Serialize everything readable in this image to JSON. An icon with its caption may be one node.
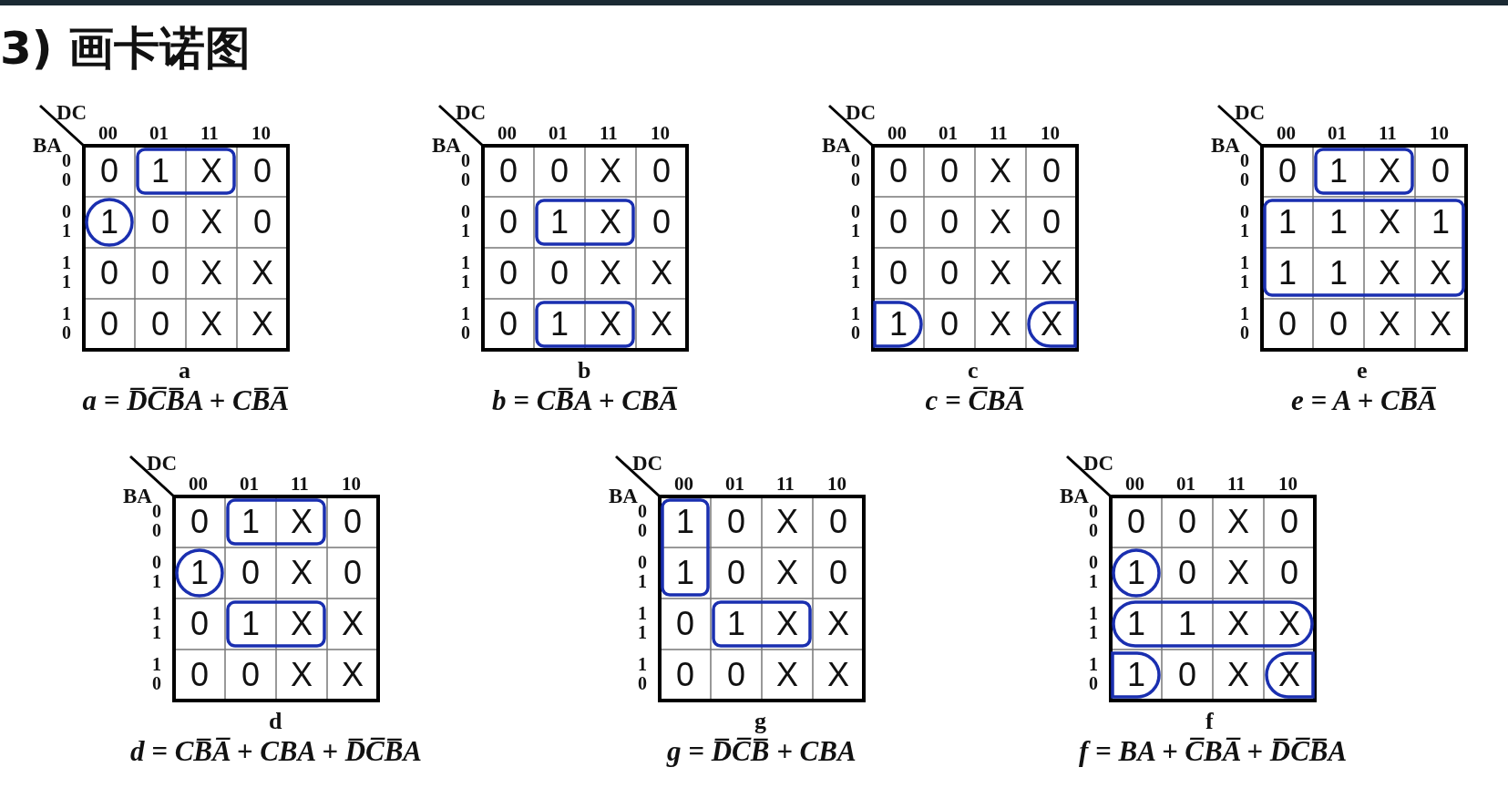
{
  "diagram": {
    "title": "3) 画卡诺图",
    "labels": [
      "DC",
      "00",
      "01",
      "11",
      "10",
      "BA",
      "00",
      "01",
      "11",
      "10",
      "0",
      "1",
      "X",
      "0",
      "1",
      "0",
      "X",
      "0",
      "0",
      "0",
      "X",
      "X",
      "0",
      "0",
      "X",
      "X",
      "a",
      "a = D̅C̅B̅A + CB̅A̅",
      "DC",
      "00",
      "01",
      "11",
      "10",
      "BA",
      "00",
      "01",
      "11",
      "10",
      "0",
      "0",
      "X",
      "0",
      "0",
      "1",
      "X",
      "0",
      "0",
      "0",
      "X",
      "X",
      "0",
      "1",
      "X",
      "X",
      "b",
      "b = CB̅A + CBA̅",
      "DC",
      "00",
      "01",
      "11",
      "10",
      "BA",
      "00",
      "01",
      "11",
      "10",
      "0",
      "0",
      "X",
      "0",
      "0",
      "0",
      "X",
      "0",
      "0",
      "0",
      "X",
      "X",
      "1",
      "0",
      "X",
      "X",
      "c",
      "c = C̅BA̅",
      "DC",
      "00",
      "01",
      "11",
      "10",
      "BA",
      "00",
      "01",
      "11",
      "10",
      "0",
      "1",
      "X",
      "0",
      "1",
      "1",
      "X",
      "1",
      "1",
      "1",
      "X",
      "X",
      "0",
      "0",
      "X",
      "X",
      "e",
      "e = A + CB̅A̅",
      "DC",
      "00",
      "01",
      "11",
      "10",
      "BA",
      "00",
      "01",
      "11",
      "10",
      "0",
      "1",
      "X",
      "0",
      "1",
      "0",
      "X",
      "0",
      "0",
      "1",
      "X",
      "X",
      "0",
      "0",
      "X",
      "X",
      "d",
      "d = CB̅A̅ + CBA + D̅C̅B̅A",
      "DC",
      "00",
      "01",
      "11",
      "10",
      "BA",
      "00",
      "01",
      "11",
      "10",
      "1",
      "0",
      "X",
      "0",
      "1",
      "0",
      "X",
      "0",
      "0",
      "1",
      "X",
      "X",
      "0",
      "0",
      "X",
      "X",
      "g",
      "g = D̅C̅B̅ + CBA",
      "DC",
      "00",
      "01",
      "11",
      "10",
      "BA",
      "00",
      "01",
      "11",
      "10",
      "0",
      "0",
      "X",
      "0",
      "1",
      "0",
      "X",
      "0",
      "1",
      "1",
      "X",
      "X",
      "1",
      "0",
      "X",
      "X",
      "f",
      "f = BA + C̅BA̅ + D̅C̅B̅A"
    ]
  }
}
